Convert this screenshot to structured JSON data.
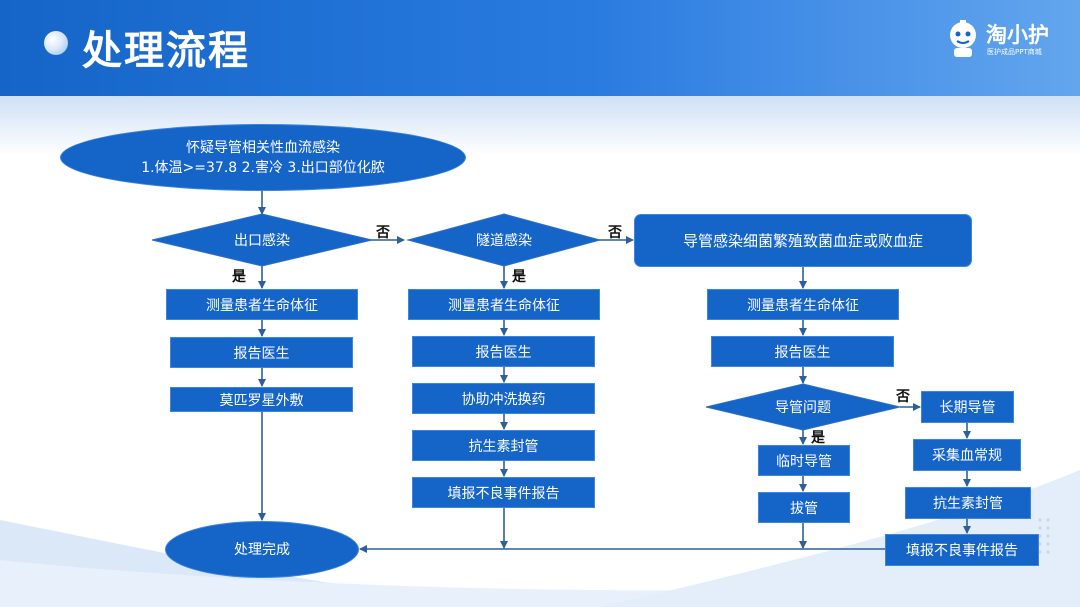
{
  "header": {
    "title": "处理流程"
  },
  "logo": {
    "name": "淘小护",
    "tagline": "医护成品PPT商城"
  },
  "flow": {
    "start": {
      "line1": "怀疑导管相关性血流感染",
      "line2": "1.体温>=37.8 2.害冷 3.出口部位化脓"
    },
    "decision_exit": "出口感染",
    "decision_tunnel": "隧道感染",
    "bacteremia": "导管感染细菌繁殖致菌血症或败血症",
    "col1": [
      "测量患者生命体征",
      "报告医生",
      "莫匹罗星外敷"
    ],
    "col2": [
      "测量患者生命体征",
      "报告医生",
      "协助冲洗换药",
      "抗生素封管",
      "填报不良事件报告"
    ],
    "col3": [
      "测量患者生命体征",
      "报告医生"
    ],
    "decision_catheter": "导管问题",
    "temp_branch": [
      "临时导管",
      "拔管"
    ],
    "long_branch": [
      "长期导管",
      "采集血常规",
      "抗生素封管",
      "填报不良事件报告"
    ],
    "end": "处理完成",
    "labels": {
      "yes": "是",
      "no": "否"
    }
  },
  "colors": {
    "node": "#1565c8",
    "arrow": "#2f5f9a",
    "header": "#1565c8"
  }
}
